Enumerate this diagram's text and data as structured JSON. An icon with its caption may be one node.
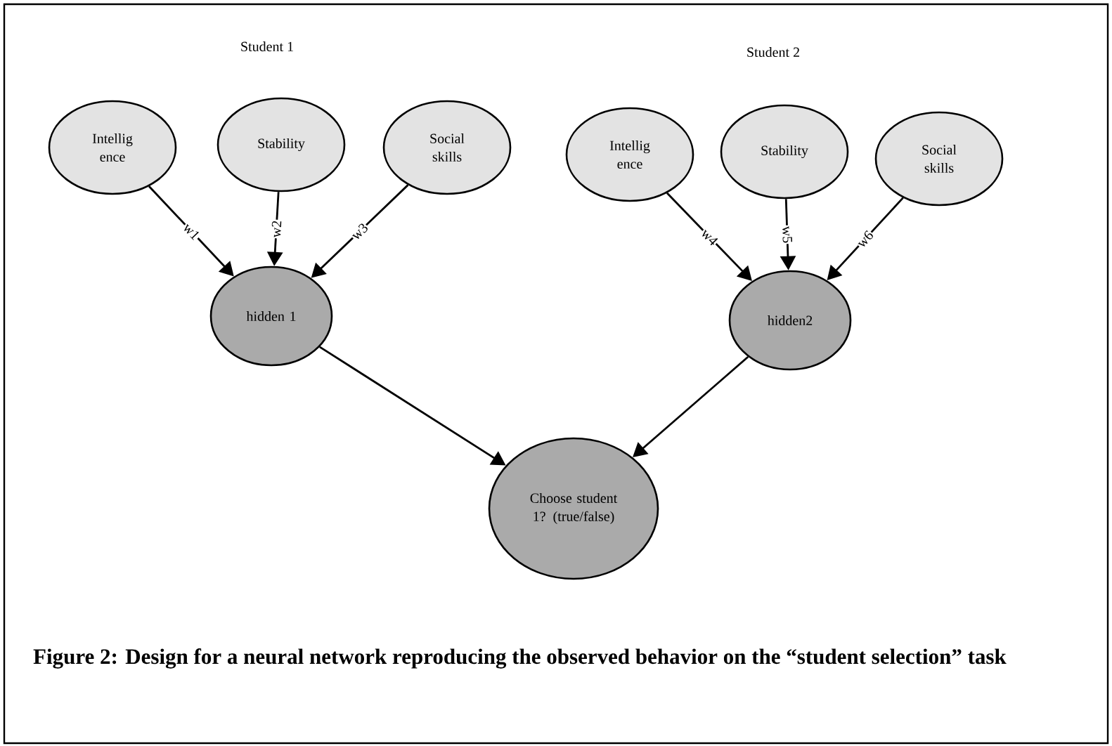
{
  "diagram": {
    "caption": "Figure 2: Design for a neural network reproducing the observed behavior on the “student selection” task",
    "nodes": [
      {
        "text": [
          "Intellig ence"
        ]
      },
      {
        "text": [
          "Stability"
        ]
      },
      {
        "text": [
          "Social skills"
        ]
      },
      {
        "text": [
          "Intellig ence"
        ]
      },
      {
        "text": [
          "Stability"
        ]
      },
      {
        "text": [
          "Social skills"
        ]
      },
      {
        "text": [
          "hidden 1"
        ]
      },
      {
        "text": [
          "hidden2"
        ]
      },
      {
        "text": [
          "Choose student 1? (true/false)"
        ]
      }
    ],
    "edges": [
      {
        "from": 0,
        "to": 6,
        "arrow": "to",
        "label": "w1"
      },
      {
        "from": 1,
        "to": 6,
        "arrow": "to",
        "label": "w2"
      },
      {
        "from": 2,
        "to": 6,
        "arrow": "to",
        "label": "w3"
      },
      {
        "from": 3,
        "to": 7,
        "arrow": "to",
        "label": "w4"
      },
      {
        "from": 4,
        "to": 7,
        "arrow": "to",
        "label": "w5"
      },
      {
        "from": 5,
        "to": 7,
        "arrow": "to",
        "label": "w6"
      },
      {
        "from": 6,
        "to": 8,
        "arrow": "to"
      },
      {
        "from": 7,
        "to": 8,
        "arrow": "to"
      }
    ],
    "labels": [
      "Student 1",
      "Student 2"
    ]
  }
}
